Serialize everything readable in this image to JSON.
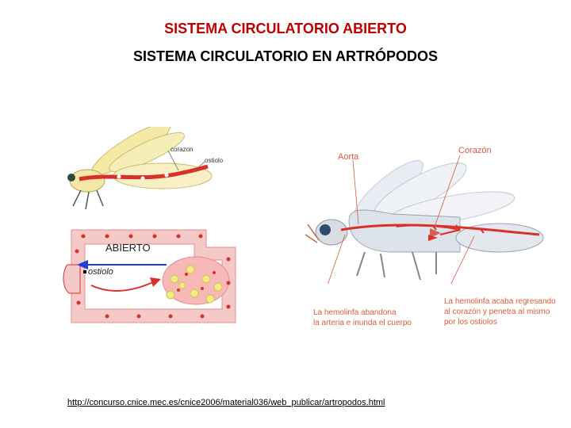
{
  "header": {
    "title": "SISTEMA CIRCULATORIO ABIERTO",
    "subtitle": "SISTEMA CIRCULATORIO EN ARTRÓPODOS"
  },
  "figure_small_insect": {
    "label_heart": "corazon",
    "label_ostiole": "ostiolo"
  },
  "figure_schema": {
    "label_open": "ABIERTO",
    "label_ostiole": "ostiolo"
  },
  "figure_large_insect": {
    "label_aorta": "Aorta",
    "label_heart": "Corazón",
    "caption_left_1": "La hemolinfa abandona",
    "caption_left_2": "la arteria e inunda el cuerpo",
    "caption_right_1": "La hemolinfa acaba regresando",
    "caption_right_2": "al corazón y penetra al mismo",
    "caption_right_3": "por los ostiolos"
  },
  "footer": {
    "source_url": "http://concurso.cnice.mec.es/cnice2006/material036/web_publicar/artropodos.html"
  },
  "colors": {
    "title_red": "#c00000",
    "annotation_red": "#d85a3c",
    "vessel_pink": "#f6c9c9",
    "vessel_red": "#d9302a",
    "arrow_blue": "#1f3fd6",
    "wing_yellow": "#f4eaa6"
  }
}
